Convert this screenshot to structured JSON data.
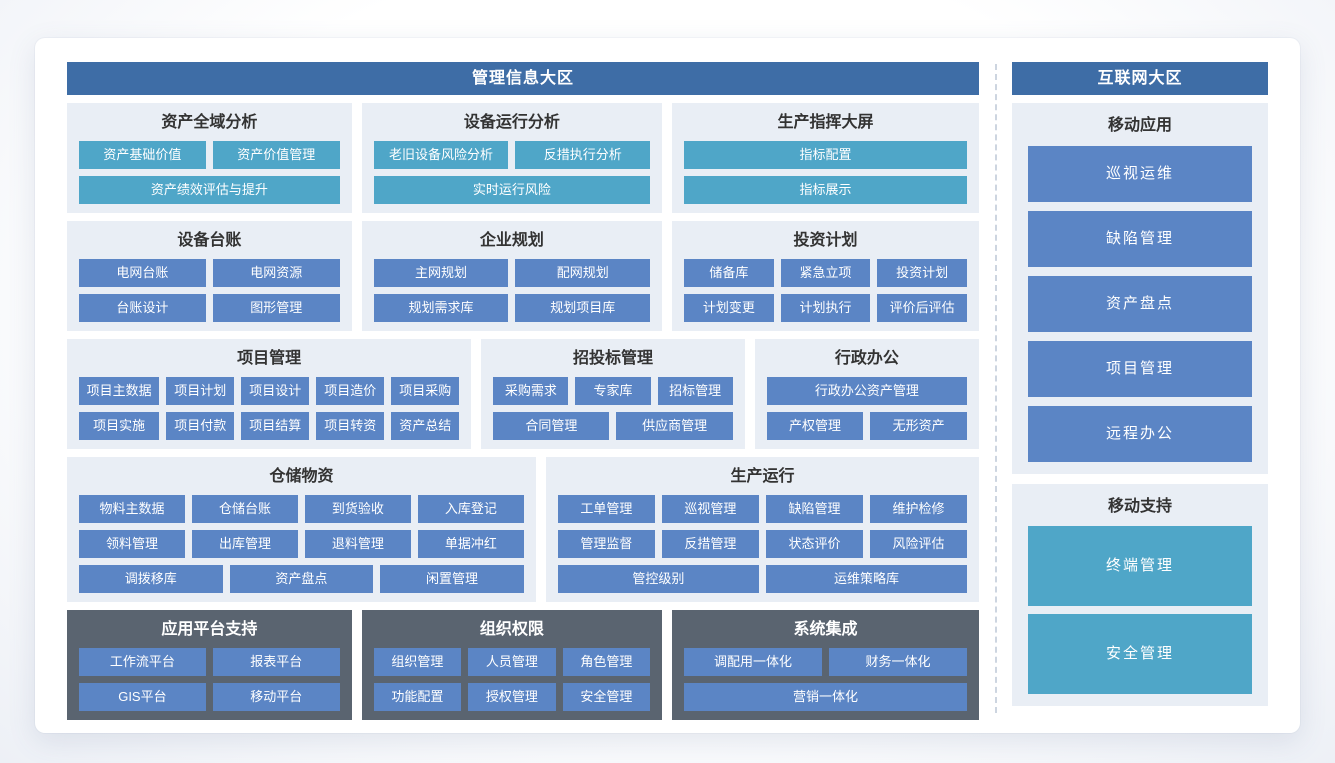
{
  "colors": {
    "zone_header_bg": "#3e6da6",
    "teal_button": "#4fa6c8",
    "blue_button": "#5b85c5",
    "dark_card_bg": "#5a6470",
    "light_card_bg": "#e9eef5",
    "card_title": "#333333"
  },
  "left_zone": {
    "title": "管理信息大区",
    "rows": [
      {
        "cards": [
          {
            "title": "资产全域分析",
            "theme": "light",
            "button_style": "teal",
            "button_rows": [
              [
                "资产基础价值",
                "资产价值管理"
              ],
              [
                "资产绩效评估与提升"
              ]
            ]
          },
          {
            "title": "设备运行分析",
            "theme": "light",
            "button_style": "teal",
            "button_rows": [
              [
                "老旧设备风险分析",
                "反措执行分析"
              ],
              [
                "实时运行风险"
              ]
            ]
          },
          {
            "title": "生产指挥大屏",
            "theme": "light",
            "button_style": "teal",
            "button_rows": [
              [
                "指标配置"
              ],
              [
                "指标展示"
              ]
            ]
          }
        ]
      },
      {
        "cards": [
          {
            "title": "设备台账",
            "theme": "light",
            "button_style": "blue",
            "button_rows": [
              [
                "电网台账",
                "电网资源"
              ],
              [
                "台账设计",
                "图形管理"
              ]
            ]
          },
          {
            "title": "企业规划",
            "theme": "light",
            "button_style": "blue",
            "button_rows": [
              [
                "主网规划",
                "配网规划"
              ],
              [
                "规划需求库",
                "规划项目库"
              ]
            ]
          },
          {
            "title": "投资计划",
            "theme": "light",
            "button_style": "blue",
            "button_rows": [
              [
                "储备库",
                "紧急立项",
                "投资计划"
              ],
              [
                "计划变更",
                "计划执行",
                "评价后评估"
              ]
            ]
          }
        ]
      },
      {
        "cards": [
          {
            "title": "项目管理",
            "theme": "light",
            "button_style": "blue",
            "button_rows": [
              [
                "项目主数据",
                "项目计划",
                "项目设计",
                "项目造价",
                "项目采购"
              ],
              [
                "项目实施",
                "项目付款",
                "项目结算",
                "项目转资",
                "资产总结"
              ]
            ]
          },
          {
            "title": "招投标管理",
            "theme": "light",
            "button_style": "blue",
            "button_rows": [
              [
                "采购需求",
                "专家库",
                "招标管理"
              ],
              [
                "合同管理",
                "供应商管理"
              ]
            ]
          },
          {
            "title": "行政办公",
            "theme": "light",
            "button_style": "blue",
            "button_rows": [
              [
                "行政办公资产管理"
              ],
              [
                "产权管理",
                "无形资产"
              ]
            ]
          }
        ]
      },
      {
        "cards": [
          {
            "title": "仓储物资",
            "theme": "light",
            "button_style": "blue",
            "button_rows": [
              [
                "物料主数据",
                "仓储台账",
                "到货验收",
                "入库登记"
              ],
              [
                "领料管理",
                "出库管理",
                "退料管理",
                "单据冲红"
              ],
              [
                "调拨移库",
                "资产盘点",
                "闲置管理"
              ]
            ]
          },
          {
            "title": "生产运行",
            "theme": "light",
            "button_style": "blue",
            "button_rows": [
              [
                "工单管理",
                "巡视管理",
                "缺陷管理",
                "维护检修"
              ],
              [
                "管理监督",
                "反措管理",
                "状态评价",
                "风险评估"
              ],
              [
                "管控级别",
                "运维策略库"
              ]
            ]
          }
        ]
      },
      {
        "cards": [
          {
            "title": "应用平台支持",
            "theme": "dark",
            "button_style": "blue",
            "button_rows": [
              [
                "工作流平台",
                "报表平台"
              ],
              [
                "GIS平台",
                "移动平台"
              ]
            ]
          },
          {
            "title": "组织权限",
            "theme": "dark",
            "button_style": "blue",
            "button_rows": [
              [
                "组织管理",
                "人员管理",
                "角色管理"
              ],
              [
                "功能配置",
                "授权管理",
                "安全管理"
              ]
            ]
          },
          {
            "title": "系统集成",
            "theme": "dark",
            "button_style": "blue",
            "button_rows": [
              [
                "调配用一体化",
                "财务一体化"
              ],
              [
                "营销一体化"
              ]
            ]
          }
        ]
      }
    ]
  },
  "right_zone": {
    "title": "互联网大区",
    "cards": [
      {
        "title": "移动应用",
        "button_style": "blue",
        "buttons": [
          "巡视运维",
          "缺陷管理",
          "资产盘点",
          "项目管理",
          "远程办公"
        ]
      },
      {
        "title": "移动支持",
        "button_style": "teal",
        "buttons": [
          "终端管理",
          "安全管理"
        ]
      }
    ]
  }
}
